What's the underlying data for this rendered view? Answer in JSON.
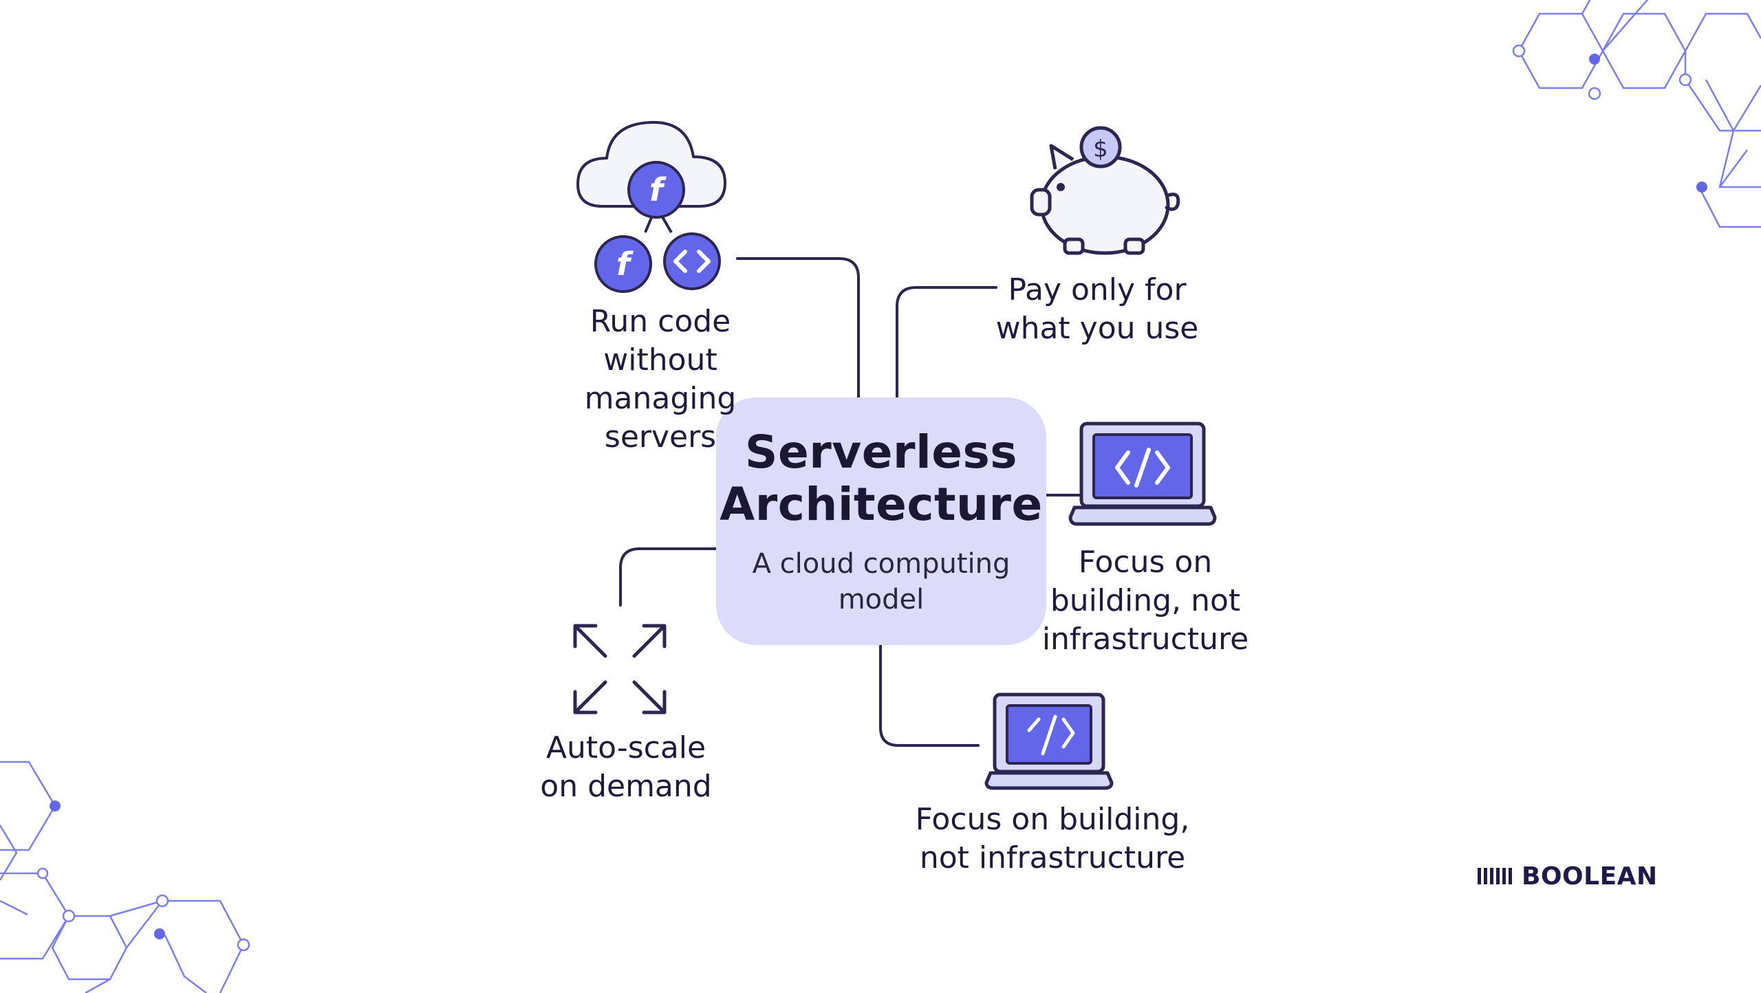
{
  "diagram": {
    "center": {
      "title_line1": "Serverless",
      "title_line2": "Architecture",
      "subtitle_line1": "A cloud computing",
      "subtitle_line2": "model"
    },
    "nodes": {
      "run_code": {
        "icon": "cloud-functions-icon",
        "lines": [
          "Run code",
          "without managing",
          "servers"
        ]
      },
      "pay": {
        "icon": "piggy-bank-icon",
        "lines": [
          "Pay only for",
          "what you use"
        ]
      },
      "focus_right": {
        "icon": "laptop-code-icon",
        "lines": [
          "Focus on",
          "building, not",
          "infrastructure"
        ]
      },
      "autoscale": {
        "icon": "expand-arrows-icon",
        "lines": [
          "Auto-scale",
          "on demand"
        ]
      },
      "focus_bottom": {
        "icon": "laptop-code-icon",
        "lines": [
          "Focus on building,",
          "not infrastructure"
        ]
      }
    }
  },
  "brand": {
    "name": "BOOLEAN",
    "icon": "barcode-logo-icon"
  },
  "colors": {
    "accent": "#6366e8",
    "accent_dark": "#2e2a6b",
    "center_fill": "#dcdcfa",
    "line": "#2c2650",
    "hex_decor": "#7b7fe6"
  }
}
